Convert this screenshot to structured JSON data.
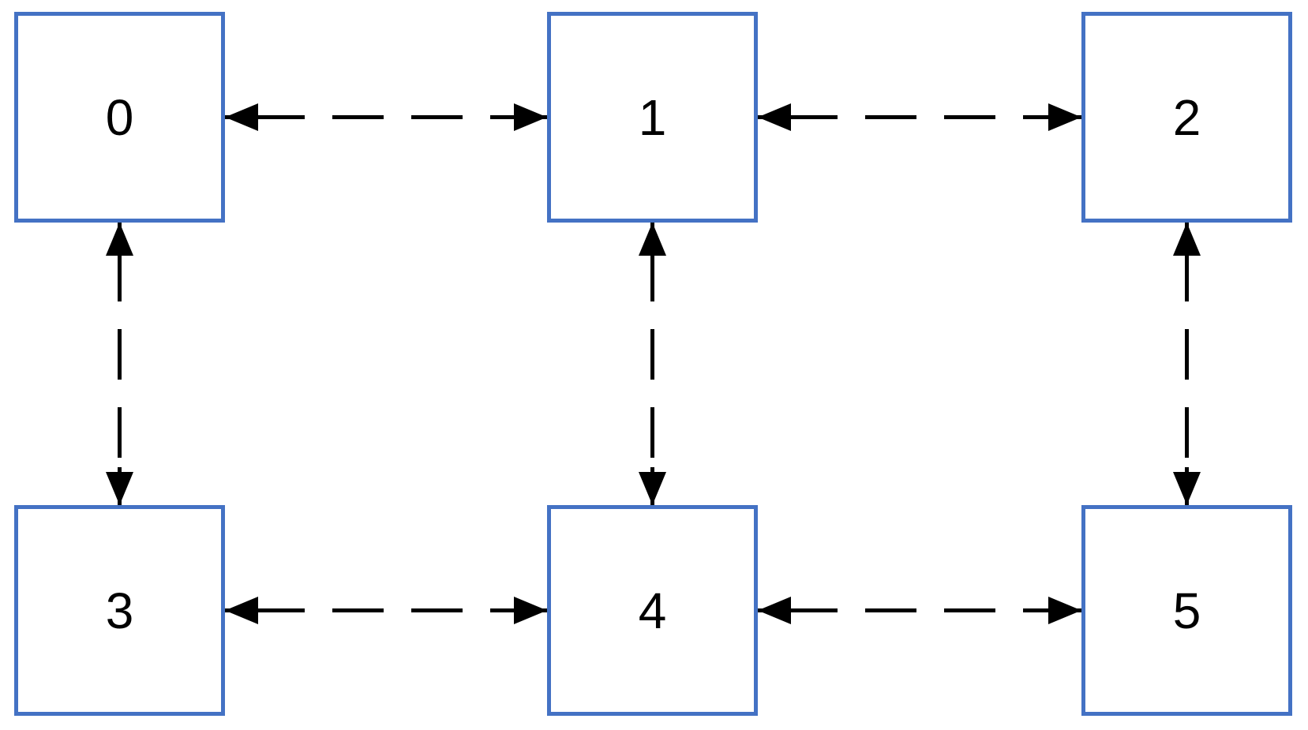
{
  "diagram": {
    "type": "grid-graph",
    "background_color": "#ffffff",
    "node_fill_color": "#ffffff",
    "node_border_color": "#4472C4",
    "label_color": "#000000",
    "edge_color": "#000000",
    "edge_line_style": "dashed",
    "edge_arrowheads": "both-ends",
    "nodes": [
      {
        "id": "0",
        "label": "0",
        "row": 0,
        "col": 0
      },
      {
        "id": "1",
        "label": "1",
        "row": 0,
        "col": 1
      },
      {
        "id": "2",
        "label": "2",
        "row": 0,
        "col": 2
      },
      {
        "id": "3",
        "label": "3",
        "row": 1,
        "col": 0
      },
      {
        "id": "4",
        "label": "4",
        "row": 1,
        "col": 1
      },
      {
        "id": "5",
        "label": "5",
        "row": 1,
        "col": 2
      }
    ],
    "edges": [
      {
        "from": "0",
        "to": "1",
        "orientation": "horizontal"
      },
      {
        "from": "1",
        "to": "2",
        "orientation": "horizontal"
      },
      {
        "from": "3",
        "to": "4",
        "orientation": "horizontal"
      },
      {
        "from": "4",
        "to": "5",
        "orientation": "horizontal"
      },
      {
        "from": "0",
        "to": "3",
        "orientation": "vertical"
      },
      {
        "from": "1",
        "to": "4",
        "orientation": "vertical"
      },
      {
        "from": "2",
        "to": "5",
        "orientation": "vertical"
      }
    ]
  }
}
